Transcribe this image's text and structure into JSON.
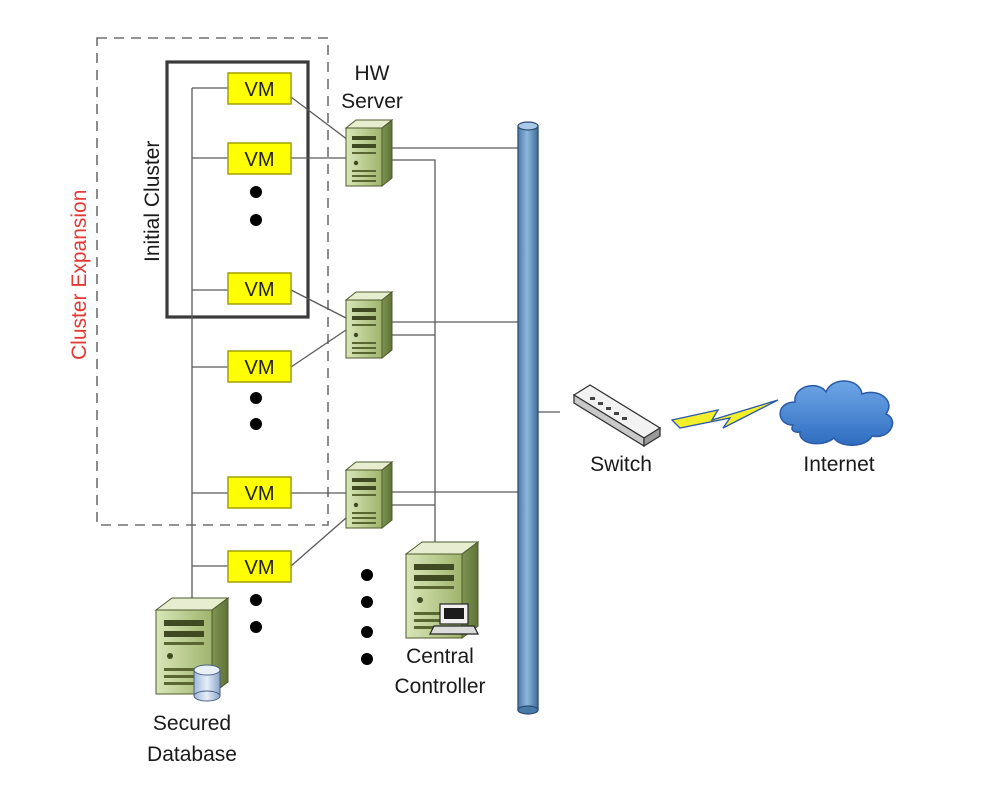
{
  "labels": {
    "cluster_expansion": "Cluster Expansion",
    "initial_cluster": "Initial Cluster",
    "hw_server_line1": "HW",
    "hw_server_line2": "Server",
    "switch": "Switch",
    "internet": "Internet",
    "central_controller_line1": "Central",
    "central_controller_line2": "Controller",
    "secured_database_line1": "Secured",
    "secured_database_line2": "Database"
  },
  "vms": [
    "VM",
    "VM",
    "VM",
    "VM",
    "VM",
    "VM"
  ],
  "colors": {
    "vm_fill": "#ffff00",
    "vm_border": "#a0a000",
    "bus_fill": "#6f9fcb",
    "cloud_fill": "#3d7fd0",
    "lightning": "#f3ef2a",
    "server_body": "#b9cc8e",
    "cluster_expansion_text": "#e53935"
  },
  "icons": {
    "server": "server-icon",
    "database": "database-icon",
    "switch": "switch-icon",
    "cloud": "cloud-icon",
    "link": "lightning-icon",
    "controller": "controller-server-icon"
  }
}
